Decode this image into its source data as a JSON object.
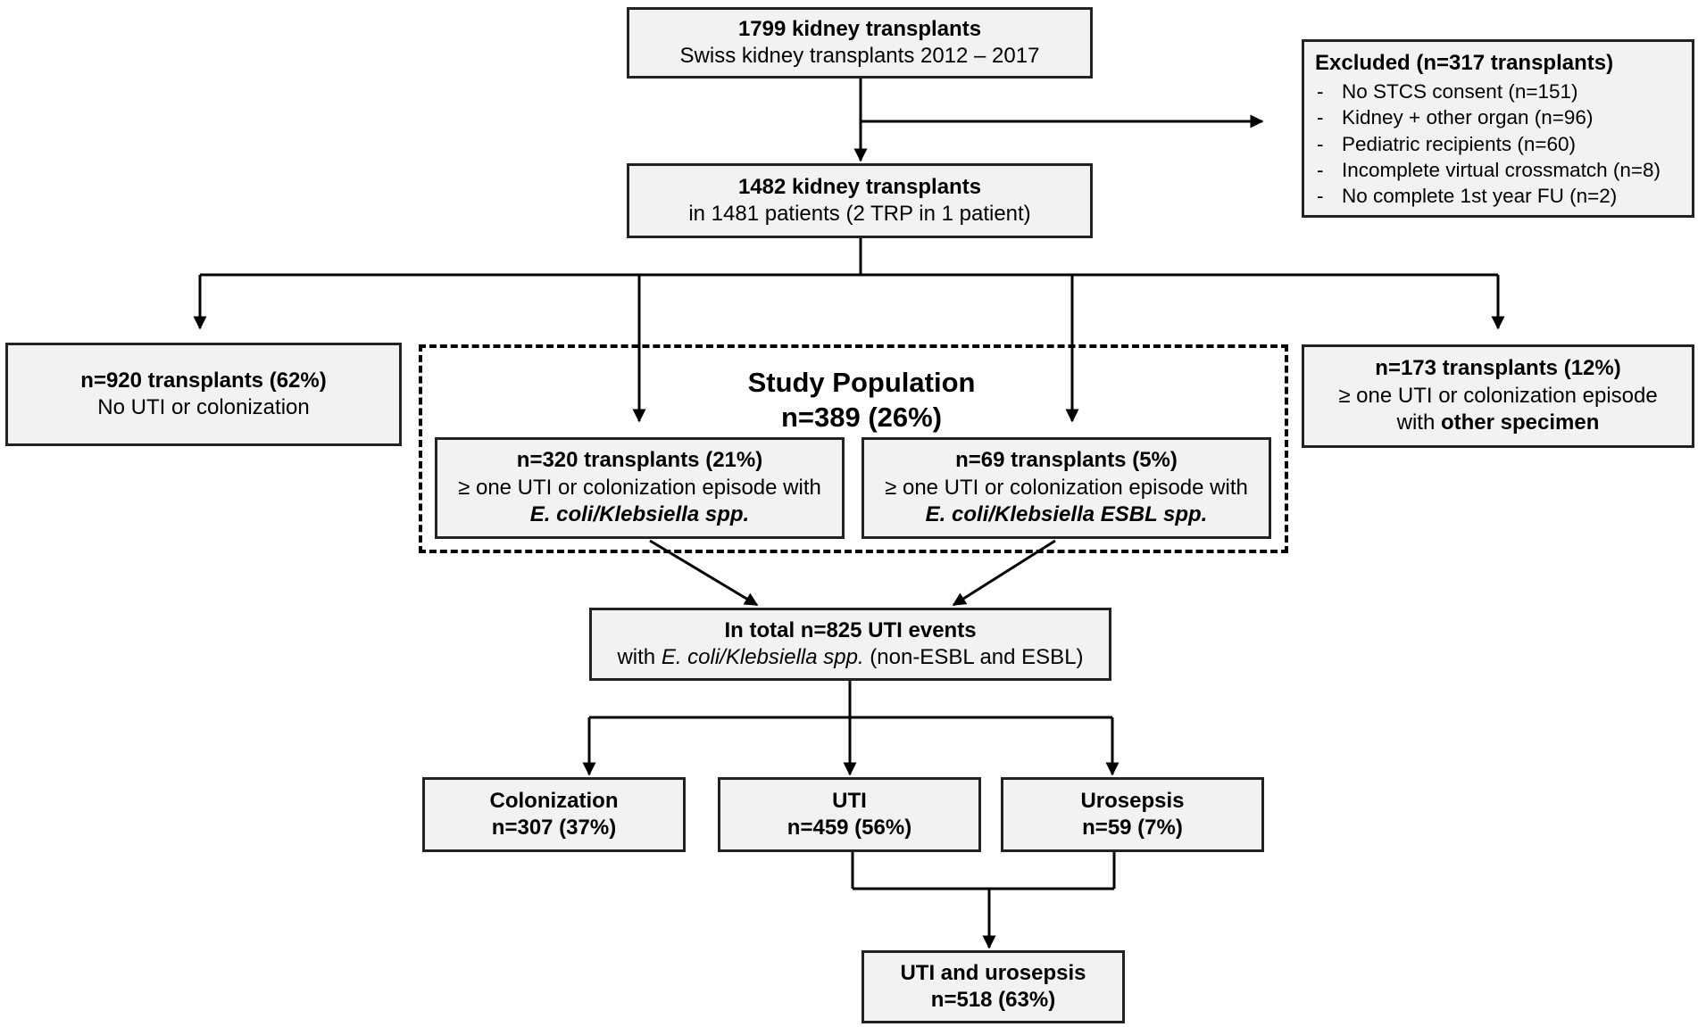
{
  "nodes": {
    "n1799": {
      "title": "1799 kidney transplants",
      "sub": "Swiss kidney transplants  2012 – 2017"
    },
    "excluded": {
      "title": "Excluded (n=317 transplants)",
      "items": [
        "No STCS consent (n=151)",
        "Kidney + other organ (n=96)",
        "Pediatric recipients (n=60)",
        "Incomplete virtual crossmatch (n=8)",
        "No complete 1st year FU (n=2)"
      ]
    },
    "n1482": {
      "title": "1482 kidney transplants",
      "sub": "in 1481 patients (2 TRP in 1 patient)"
    },
    "n920": {
      "title": "n=920 transplants (62%)",
      "sub": "No UTI  or colonization"
    },
    "study": {
      "title": "Study Population",
      "sub": "n=389 (26%)"
    },
    "n320": {
      "title": "n=320 transplants (21%)",
      "line1": "≥ one UTI  or colonization  episode with",
      "line2": "E. coli/Klebsiella  spp."
    },
    "n69": {
      "title": "n=69 transplants (5%)",
      "line1": "≥ one UTI  or colonization  episode with",
      "line2": "E. coli/Klebsiella  ESBL spp."
    },
    "n173": {
      "title": "n=173 transplants (12%)",
      "line1": "≥ one UTI  or colonization episode",
      "line2_pre": "with ",
      "line2_bold": "other specimen"
    },
    "total": {
      "title": "In total n=825 UTI events",
      "pre": "with ",
      "italic": "E. coli/Klebsiella spp.",
      "post": " (non-ESBL and ESBL)"
    },
    "colonization": {
      "title": "Colonization",
      "sub": "n=307 (37%)"
    },
    "uti": {
      "title": "UTI",
      "sub": "n=459 (56%)"
    },
    "urosepsis": {
      "title": "Urosepsis",
      "sub": "n=59 (7%)"
    },
    "uti_uro": {
      "title": "UTI and urosepsis",
      "sub": "n=518 (63%)"
    }
  },
  "colors": {
    "box_fill": "#f2f2f2",
    "stroke": "#000000"
  }
}
